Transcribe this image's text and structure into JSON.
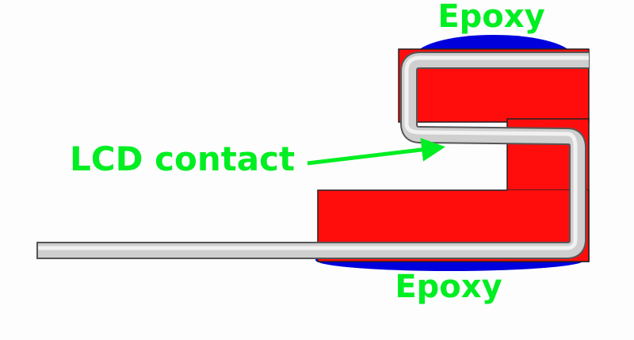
{
  "labels": {
    "epoxy_top": "Epoxy",
    "epoxy_bottom": "Epoxy",
    "lcd_contact": "LCD contact"
  },
  "colors": {
    "label_green": "#00ee22",
    "epoxy_blue": "#0000dd",
    "body_red": "#ff0d0d",
    "pin_fill": "#cfcfcf",
    "pin_stroke": "#555555",
    "outline": "#222222",
    "background": "#fdfdfd"
  }
}
